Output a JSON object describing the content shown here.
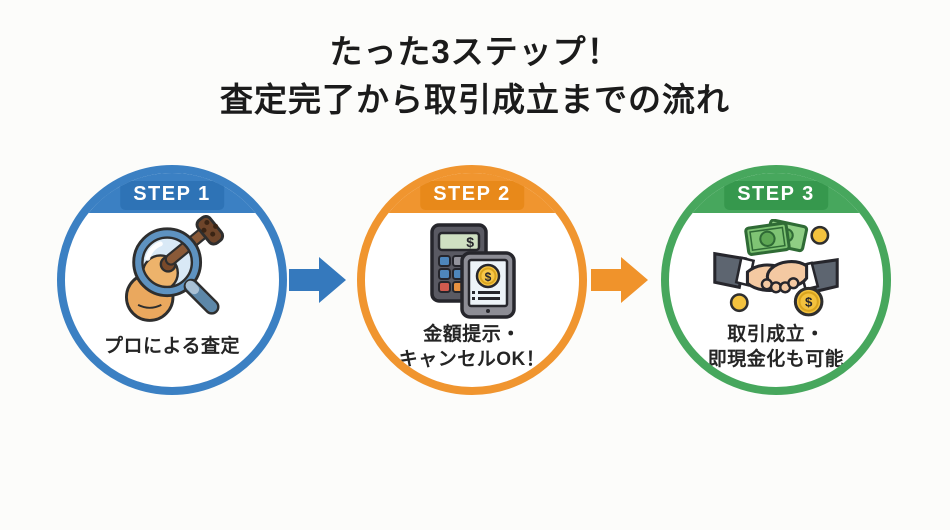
{
  "page": {
    "background_color": "#fcfcfa"
  },
  "title": {
    "line1": "たった3ステップ！",
    "line2": "査定完了から取引成立までの流れ",
    "color": "#1b1b1b"
  },
  "steps": [
    {
      "badge": "STEP 1",
      "label_lines": [
        "プロによる査定"
      ],
      "theme_color": "#3b80c3",
      "badge_color": "#2e73b6",
      "icon": "magnifier-guitar-icon"
    },
    {
      "badge": "STEP 2",
      "label_lines": [
        "金額提示・",
        "キャンセルOK！"
      ],
      "theme_color": "#f0952f",
      "badge_color": "#e8891a",
      "icon": "calculator-tablet-icon"
    },
    {
      "badge": "STEP 3",
      "label_lines": [
        "取引成立・",
        "即現金化も可能"
      ],
      "theme_color": "#47a75d",
      "badge_color": "#36984d",
      "icon": "handshake-money-icon"
    }
  ],
  "arrows": [
    {
      "direction": "right",
      "color": "#3579bd"
    },
    {
      "direction": "right",
      "color": "#f0932b"
    }
  ],
  "glyphs": {
    "dollar": "$"
  }
}
